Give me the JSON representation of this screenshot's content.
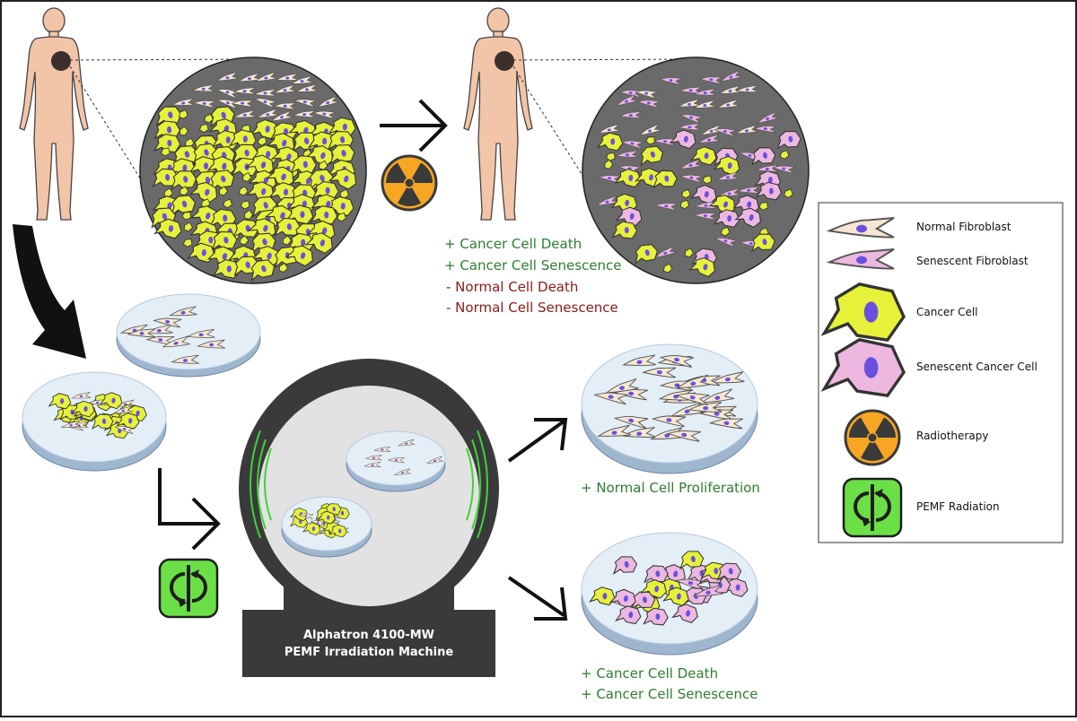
{
  "colors": {
    "skin": "#f2c4a8",
    "tumor": "#3b2f2c",
    "tissue_bg": "#6a6a6a",
    "cancer_cell": "#e6f23a",
    "normal_fibroblast": "#f6e7d2",
    "senescent_cell": "#ecb8e0",
    "nucleus": "#6b4fe0",
    "dish_top": "#e3eef7",
    "dish_side": "#9fb6cf",
    "pemf_green": "#6be046",
    "radiation_orange": "#f6a623",
    "machine_dark": "#3a3a3a",
    "machine_inner": "#e2e2e2",
    "positive_text": "#2e7d32",
    "negative_text": "#8b1a1a"
  },
  "icons": {
    "radiation": "radiation-symbol-icon",
    "pemf": "pemf-rotating-arrows-icon"
  },
  "radiotherapy_outcomes": [
    {
      "text": "+ Cancer Cell Death",
      "tone": "positive"
    },
    {
      "text": "+ Cancer Cell Senescence",
      "tone": "positive"
    },
    {
      "text": "- Normal Cell Death",
      "tone": "negative"
    },
    {
      "text": "- Normal Cell Senescence",
      "tone": "negative"
    }
  ],
  "machine": {
    "line1": "Alphatron 4100-MW",
    "line2": "PEMF Irradiation Machine"
  },
  "pemf_outcomes": {
    "normal": "+ Normal Cell Proliferation",
    "cancer_line1": "+ Cancer Cell Death",
    "cancer_line2": "+ Cancer Cell Senescence"
  },
  "legend": [
    {
      "label": "Normal Fibroblast"
    },
    {
      "label": "Senescent Fibroblast"
    },
    {
      "label": "Cancer Cell"
    },
    {
      "label": "Senescent Cancer Cell"
    },
    {
      "label": "Radiotherapy"
    },
    {
      "label": "PEMF Radiation"
    }
  ]
}
